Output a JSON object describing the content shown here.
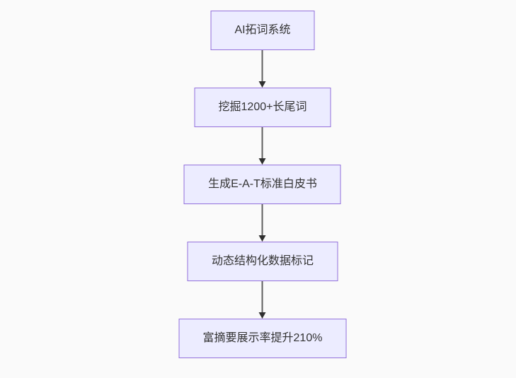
{
  "diagram": {
    "type": "flowchart-top-down",
    "colors": {
      "background": "#fafafa",
      "node_fill": "#ECECFF",
      "node_border": "#9370DB",
      "node_text": "#333333",
      "arrow_line": "#616161",
      "arrow_head": "#2f2f2f"
    },
    "nodes": [
      {
        "id": "a",
        "label": "AI拓词系统"
      },
      {
        "id": "b",
        "label": "挖掘1200+长尾词"
      },
      {
        "id": "c",
        "label": "生成E-A-T标准白皮书"
      },
      {
        "id": "d",
        "label": "动态结构化数据标记"
      },
      {
        "id": "e",
        "label": "富摘要展示率提升210%"
      }
    ],
    "edges": [
      {
        "from": "a",
        "to": "b"
      },
      {
        "from": "b",
        "to": "c"
      },
      {
        "from": "c",
        "to": "d"
      },
      {
        "from": "d",
        "to": "e"
      }
    ]
  }
}
